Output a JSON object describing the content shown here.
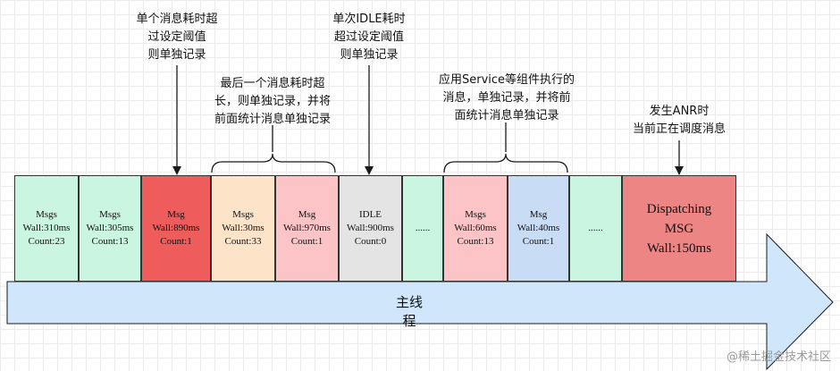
{
  "annotations": {
    "single_msg": "单个消息耗时超\n过设定阈值\n则单独记录",
    "idle": "单次IDLE耗时\n超过设定阈值\n则单独记录",
    "last_msg": "最后一个消息耗时超\n长，则单独记录，并将\n前面统计消息单独记录",
    "service": "应用Service等组件执行的\n消息，单独记录，并将前\n面统计消息单独记录",
    "anr": "发生ANR时\n当前正在调度消息"
  },
  "blocks": [
    {
      "line1": "Msgs",
      "line2": "Wall:310ms",
      "line3": "Count:23",
      "color": "#c9f5e1"
    },
    {
      "line1": "Msgs",
      "line2": "Wall:305ms",
      "line3": "Count:13",
      "color": "#c9f5e1"
    },
    {
      "line1": "Msg",
      "line2": "Wall:890ms",
      "line3": "Count:1",
      "color": "#ee5c5c"
    },
    {
      "line1": "Msgs",
      "line2": "Wall:30ms",
      "line3": "Count:33",
      "color": "#fde3c8"
    },
    {
      "line1": "Msg",
      "line2": "Wall:970ms",
      "line3": "Count:1",
      "color": "#fcc4c6"
    },
    {
      "line1": "IDLE",
      "line2": "Wall:900ms",
      "line3": "Count:0",
      "color": "#e4e4e4"
    },
    {
      "line1": "......",
      "color": "#c9f5e1"
    },
    {
      "line1": "Msgs",
      "line2": "Wall:60ms",
      "line3": "Count:13",
      "color": "#fcc4c6"
    },
    {
      "line1": "Msg",
      "line2": "Wall:40ms",
      "line3": "Count:1",
      "color": "#c8dcf6"
    },
    {
      "line1": "......",
      "color": "#c9f5e1"
    },
    {
      "line1": "Dispatching",
      "line2": "MSG",
      "line3": "Wall:150ms",
      "color": "#ee8585"
    }
  ],
  "arrow_label": "主线程",
  "arrow_color": "#cfe6fb",
  "watermark": "@稀土掘金技术社区"
}
